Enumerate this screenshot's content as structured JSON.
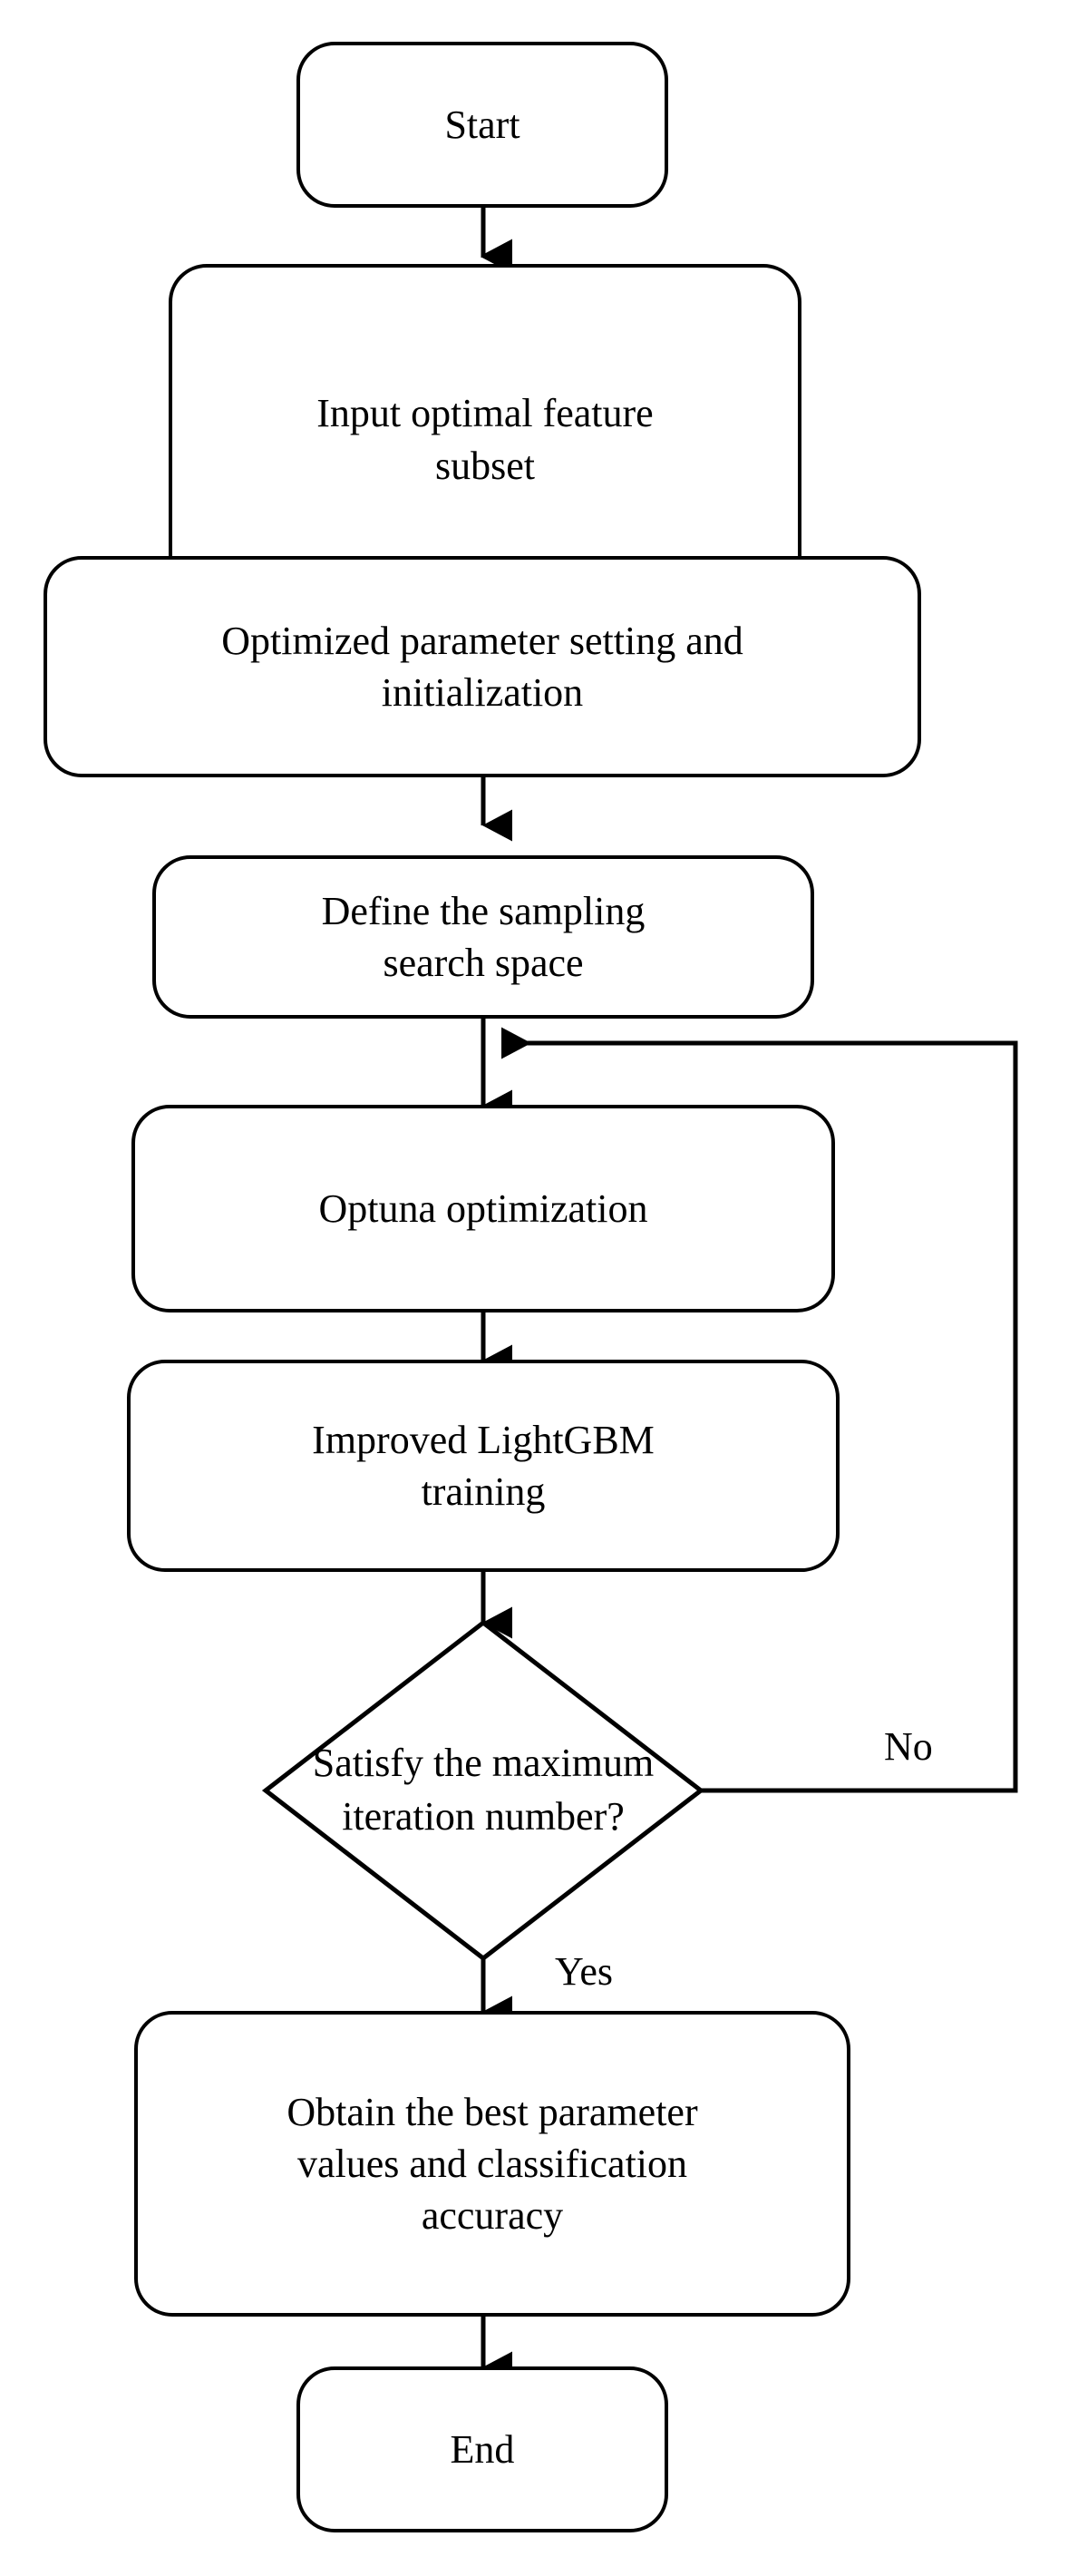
{
  "diagram": {
    "type": "flowchart",
    "title": "Optuna-optimized LightGBM hyperparameter tuning flowchart",
    "orientation": "top-to-bottom",
    "background_color": "#ffffff",
    "line_color": "#000000",
    "text_color": "#000000",
    "nodes": [
      {
        "id": "start",
        "shape": "rounded-rectangle",
        "label": "Start"
      },
      {
        "id": "input",
        "shape": "rounded-rectangle",
        "label": "Input optimal feature\nsubset"
      },
      {
        "id": "params",
        "shape": "rounded-rectangle",
        "label": "Optimized parameter setting and\ninitialization"
      },
      {
        "id": "space",
        "shape": "rounded-rectangle",
        "label": "Define the sampling\nsearch space"
      },
      {
        "id": "optuna",
        "shape": "rounded-rectangle",
        "label": "Optuna optimization"
      },
      {
        "id": "training",
        "shape": "rounded-rectangle",
        "label": "Improved LightGBM\ntraining"
      },
      {
        "id": "decision",
        "shape": "diamond",
        "label": "Satisfy the maximum\niteration number?"
      },
      {
        "id": "obtain",
        "shape": "rounded-rectangle",
        "label": "Obtain the best parameter\nvalues and classification\naccuracy"
      },
      {
        "id": "end",
        "shape": "rounded-rectangle",
        "label": "End"
      }
    ],
    "edges": [
      {
        "from": "start",
        "to": "input",
        "label": ""
      },
      {
        "from": "input",
        "to": "params",
        "label": ""
      },
      {
        "from": "params",
        "to": "space",
        "label": ""
      },
      {
        "from": "space",
        "to": "optuna",
        "label": ""
      },
      {
        "from": "optuna",
        "to": "training",
        "label": ""
      },
      {
        "from": "training",
        "to": "decision",
        "label": ""
      },
      {
        "from": "decision",
        "to": "optuna",
        "label": "No"
      },
      {
        "from": "decision",
        "to": "obtain",
        "label": "Yes"
      },
      {
        "from": "obtain",
        "to": "end",
        "label": ""
      }
    ],
    "edge_labels": {
      "no": "No",
      "yes": "Yes"
    }
  }
}
